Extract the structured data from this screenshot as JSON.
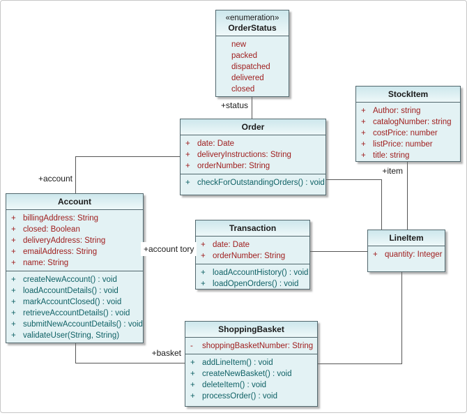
{
  "classes": {
    "order_status": {
      "stereotype": "«enumeration»",
      "name": "OrderStatus",
      "attributes": [
        {
          "vis": "",
          "text": "new"
        },
        {
          "vis": "",
          "text": "packed"
        },
        {
          "vis": "",
          "text": "dispatched"
        },
        {
          "vis": "",
          "text": "delivered"
        },
        {
          "vis": "",
          "text": "closed"
        }
      ]
    },
    "order": {
      "name": "Order",
      "attributes": [
        {
          "vis": "+",
          "text": "date:  Date"
        },
        {
          "vis": "+",
          "text": "deliveryInstructions:  String"
        },
        {
          "vis": "+",
          "text": "orderNumber:  String"
        }
      ],
      "operations": [
        {
          "vis": "+",
          "text": "checkForOutstandingOrders() : void"
        }
      ]
    },
    "stock_item": {
      "name": "StockItem",
      "attributes": [
        {
          "vis": "+",
          "text": "Author:  string"
        },
        {
          "vis": "+",
          "text": "catalogNumber:  string"
        },
        {
          "vis": "+",
          "text": "costPrice:  number"
        },
        {
          "vis": "+",
          "text": "listPrice:  number"
        },
        {
          "vis": "+",
          "text": "title:  string"
        }
      ]
    },
    "account": {
      "name": "Account",
      "attributes": [
        {
          "vis": "+",
          "text": "billingAddress:  String"
        },
        {
          "vis": "+",
          "text": "closed:  Boolean"
        },
        {
          "vis": "+",
          "text": "deliveryAddress:  String"
        },
        {
          "vis": "+",
          "text": "emailAddress:  String"
        },
        {
          "vis": "+",
          "text": "name:  String"
        }
      ],
      "operations": [
        {
          "vis": "+",
          "text": "createNewAccount() : void"
        },
        {
          "vis": "+",
          "text": "loadAccountDetails() : void"
        },
        {
          "vis": "+",
          "text": "markAccountClosed() : void"
        },
        {
          "vis": "+",
          "text": "retrieveAccountDetails() : void"
        },
        {
          "vis": "+",
          "text": "submitNewAccountDetails() : void"
        },
        {
          "vis": "+",
          "text": "validateUser(String, String)"
        }
      ]
    },
    "transaction": {
      "name": "Transaction",
      "attributes": [
        {
          "vis": "+",
          "text": "date:  Date"
        },
        {
          "vis": "+",
          "text": "orderNumber:  String"
        }
      ],
      "operations": [
        {
          "vis": "+",
          "text": "loadAccountHistory() : void"
        },
        {
          "vis": "+",
          "text": "loadOpenOrders() : void"
        }
      ]
    },
    "line_item": {
      "name": "LineItem",
      "attributes": [
        {
          "vis": "+",
          "text": "quantity:  Integer"
        }
      ]
    },
    "shopping_basket": {
      "name": "ShoppingBasket",
      "attributes": [
        {
          "vis": "-",
          "text": "shoppingBasketNumber:  String"
        }
      ],
      "operations": [
        {
          "vis": "+",
          "text": "addLineItem() : void"
        },
        {
          "vis": "+",
          "text": "createNewBasket() : void"
        },
        {
          "vis": "+",
          "text": "deleteItem() : void"
        },
        {
          "vis": "+",
          "text": "processOrder() : void"
        }
      ]
    }
  },
  "edge_labels": {
    "status": "+status",
    "account": "+account",
    "item": "+item",
    "account_history": "+account tory",
    "basket": "+basket"
  },
  "colors": {
    "attribute_text": "#9e1b1b",
    "operation_text": "#0f6165",
    "box_border": "#50666c",
    "box_fill": "#e3f2f4",
    "header_fill": "#cde7ec",
    "connector": "#555555"
  }
}
